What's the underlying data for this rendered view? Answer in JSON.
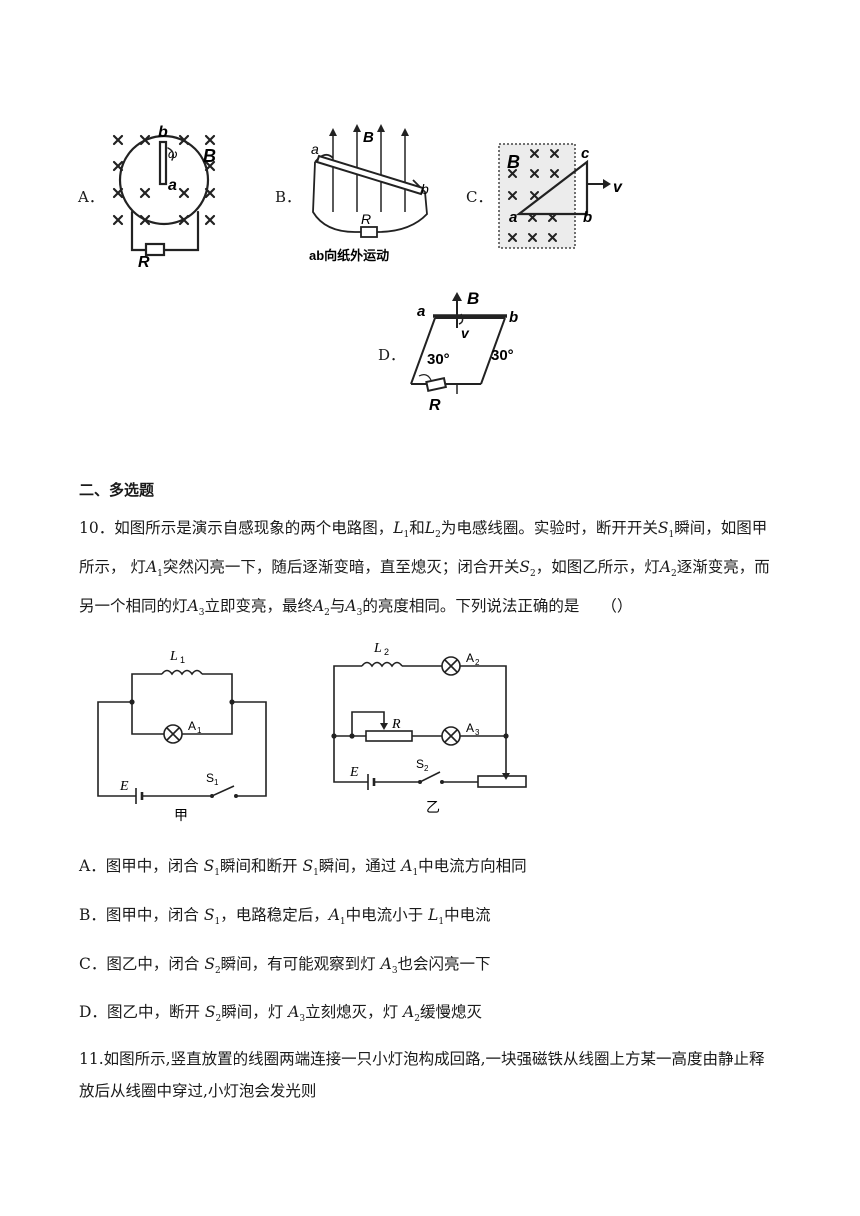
{
  "options_top": {
    "a": {
      "label": "A．",
      "fig": {
        "b": "b",
        "B": "B",
        "a": "a",
        "w": "ω",
        "R": "R"
      }
    },
    "b": {
      "label": "B．",
      "fig": {
        "a": "a",
        "B": "B",
        "b": "b",
        "R": "R",
        "caption": "ab向纸外运动"
      }
    },
    "c": {
      "label": "C．",
      "fig": {
        "B": "B",
        "c": "c",
        "v": "v",
        "a": "a",
        "b": "b"
      }
    },
    "d": {
      "label": "D．",
      "fig": {
        "a": "a",
        "B": "B",
        "b": "b",
        "v": "v",
        "angle1": "30°",
        "angle2": "30°",
        "R": "R"
      }
    }
  },
  "section": {
    "heading": "二、多选题"
  },
  "q10": {
    "number": "10．",
    "t1": "如图所示是演示自感现象的两个电路图，",
    "L1": "L",
    "s1": "1",
    "t2": "和",
    "L2": "L",
    "s2": "2",
    "t3": "为电感线圈。实验时，断开开关",
    "S1": "S",
    "s3": "1",
    "t4": "瞬间，如图甲所示，  灯",
    "A1": "A",
    "s4": "1",
    "t5": "突然闪亮一下，随后逐渐变暗，直至熄灭；闭合开关",
    "S2": "S",
    "s5": "2",
    "t6": "，如图乙所示，灯",
    "A2": "A",
    "s6": "2",
    "t7": "逐渐变亮，而另一个相同的灯",
    "A3": "A",
    "s7": "3",
    "t8": "立即变亮，最终",
    "A2b": "A",
    "s8": "2",
    "t9": "与",
    "A3b": "A",
    "s9": "3",
    "t10": "的亮度相同。下列说法正确的是",
    "blank": "（）",
    "fig1": {
      "L": "L",
      "Lsub": "1",
      "A": "A",
      "Asub": "1",
      "E": "E",
      "S": "S",
      "Ssub": "1",
      "caption": "甲"
    },
    "fig2": {
      "L": "L",
      "Lsub": "2",
      "A2": "A",
      "A2sub": "2",
      "R": "R",
      "A3": "A",
      "A3sub": "3",
      "E": "E",
      "S": "S",
      "Ssub": "2",
      "caption": "乙"
    },
    "options": {
      "a": {
        "label": "A．",
        "t1": "图甲中，闭合 ",
        "v1": "S",
        "s1": "1",
        "t2": "瞬间和断开 ",
        "v2": "S",
        "s2": "1",
        "t3": "瞬间，通过 ",
        "v3": "A",
        "s3": "1",
        "t4": "中电流方向相同"
      },
      "b": {
        "label": "B．",
        "t1": "图甲中，闭合 ",
        "v1": "S",
        "s1": "1",
        "t2": "，电路稳定后，",
        "v2": "A",
        "s2": "1",
        "t3": "中电流小于 ",
        "v3": "L",
        "s3": "1",
        "t4": "中电流"
      },
      "c": {
        "label": "C．",
        "t1": "图乙中，闭合 ",
        "v1": "S",
        "s1": "2",
        "t2": "瞬间，有可能观察到灯 ",
        "v2": "A",
        "s2": "3",
        "t3": "也会闪亮一下"
      },
      "d": {
        "label": "D．",
        "t1": "图乙中，断开 ",
        "v1": "S",
        "s1": "2",
        "t2": "瞬间，灯 ",
        "v2": "A",
        "s2": "3",
        "t3": "立刻熄灭，灯 ",
        "v3": "A",
        "s3": "2",
        "t4": "缓慢熄灭"
      }
    }
  },
  "q11": {
    "number": "11.",
    "text": "如图所示,竖直放置的线圈两端连接一只小灯泡构成回路,一块强磁铁从线圈上方某一高度由静止释放后从线圈中穿过,小灯泡会发光则"
  }
}
